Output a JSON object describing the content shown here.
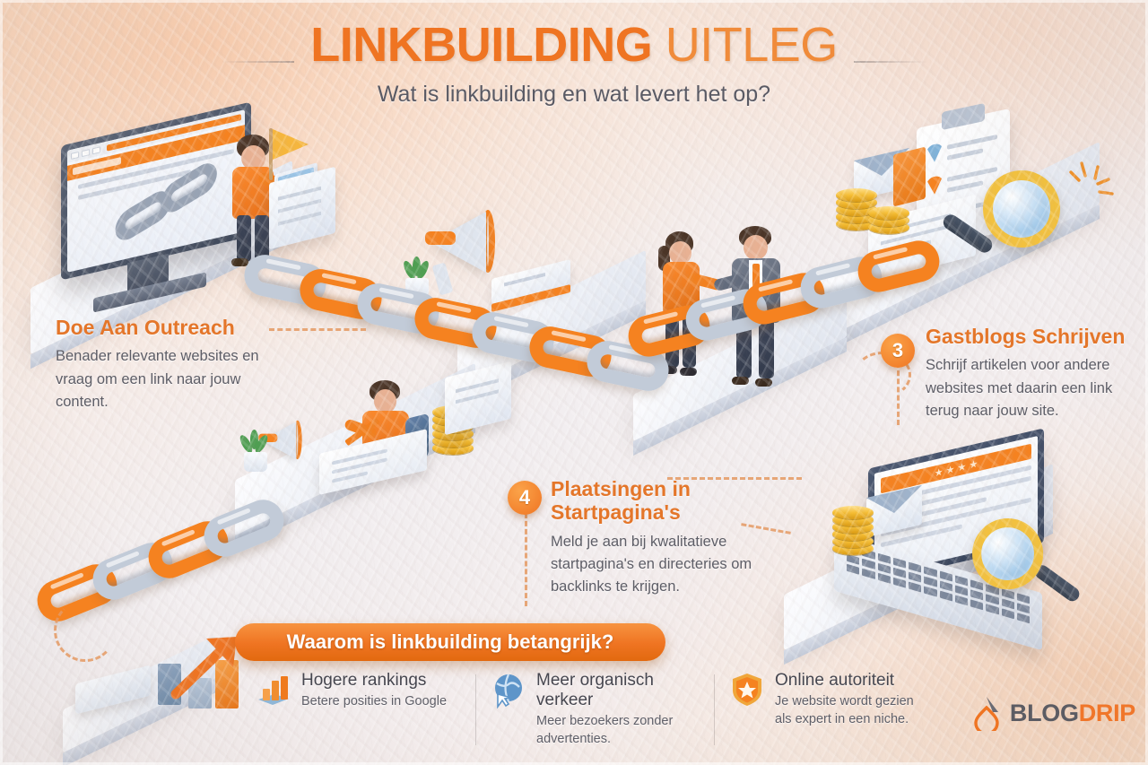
{
  "header": {
    "title_bold": "LINKBUILDING",
    "title_light": "UITLEG",
    "subtitle": "Wat is linkbuilding en wat levert het op?"
  },
  "colors": {
    "accent_orange": "#ef7422",
    "title_orange": "#f0762a",
    "body_gray": "#5d5d66",
    "chain_silver": "#c2cbd8",
    "background": "#f7eae3"
  },
  "steps": [
    {
      "number": "",
      "title": "Doe Aan Outreach",
      "body": "Benader relevante websites en vraag om een link naar jouw content."
    },
    {
      "number": "3",
      "title": "Gastblogs Schrijven",
      "body": "Schrijf artikelen voor andere websites met daarin een link terug naar jouw site."
    },
    {
      "number": "4",
      "title": "Plaatsingen in Startpagina's",
      "body": "Meld je aan bij kwalitatieve startpagina's en directeries om backlinks te krijgen."
    }
  ],
  "banner": {
    "label": "Waarom is linkbuilding betangrijk?"
  },
  "benefits": [
    {
      "icon": "bar-chart-icon",
      "title": "Hogere rankings",
      "sub": "Betere posities in Google"
    },
    {
      "icon": "globe-cursor-icon",
      "title": "Meer organisch verkeer",
      "sub": "Meer bezoekers zonder advertenties."
    },
    {
      "icon": "shield-star-icon",
      "title": "Online autoriteit",
      "sub": "Je website wordt gezien als expert in een niche."
    }
  ],
  "logo": {
    "mark": "droplet-icon",
    "part_a": "BLOG",
    "part_b": "DRIP"
  },
  "scene": {
    "browser_window": "chain-link-website",
    "laptop_rating_stars": "★ ★ ★ ★",
    "illustration_items": [
      "desktop-monitor",
      "person-with-laptop",
      "orange-flag",
      "chain-links",
      "megaphone",
      "potted-plant",
      "book-stack",
      "handshake-pair",
      "clipboard-checklist",
      "gold-coins",
      "magnifying-glass",
      "envelope",
      "writer-at-desk",
      "laptop-review",
      "growth-chart"
    ]
  }
}
